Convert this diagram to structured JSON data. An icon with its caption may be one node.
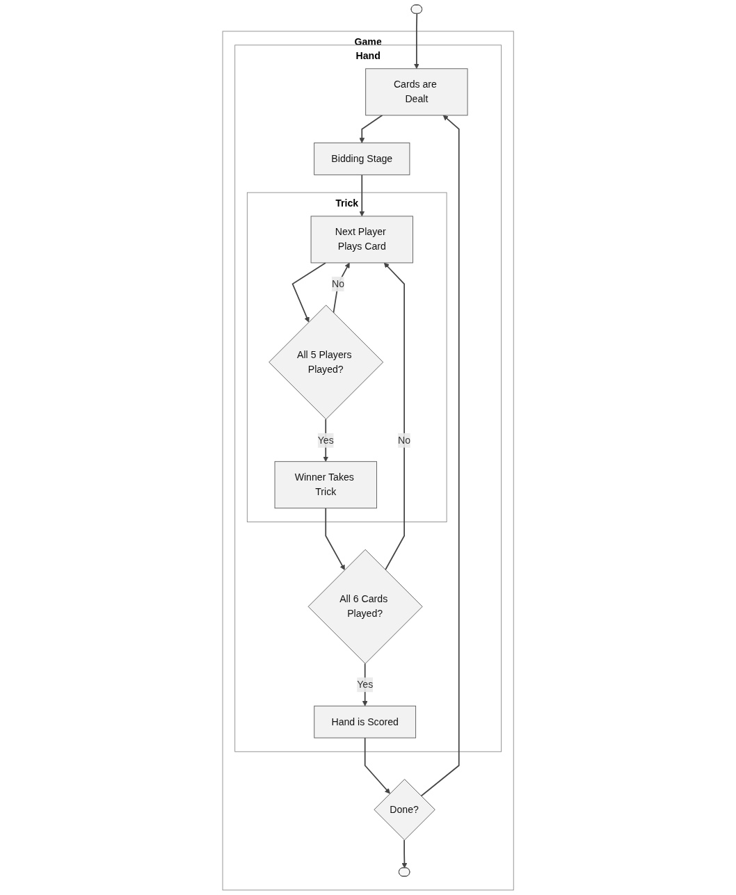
{
  "diagram": {
    "nodes": [
      {
        "text": [
          "Game"
        ]
      },
      {
        "text": [],
        "shape": "stadium"
      },
      {
        "text": [
          "Hand"
        ],
        "in": 0
      },
      {
        "text": [
          "Cards are Dealt"
        ],
        "in": 2
      },
      {
        "text": [
          "Bidding Stage"
        ],
        "in": 2
      },
      {
        "text": [
          "Trick"
        ],
        "in": 2
      },
      {
        "text": [
          "Next Player Plays Card"
        ],
        "in": 5
      },
      {
        "text": [
          "All 5 Players Played?"
        ],
        "in": 5
      },
      {
        "text": [
          "Winner Takes Trick"
        ],
        "in": 5
      },
      {
        "text": [
          "All 6 Cards Played?"
        ],
        "in": 2
      },
      {
        "text": [
          "Hand is Scored"
        ],
        "in": 2
      },
      {
        "text": [
          "Done?"
        ],
        "in": 0
      },
      {
        "text": [],
        "shape": "stadium",
        "in": 0
      }
    ],
    "edges": [
      {
        "from": 1,
        "to": 3,
        "arrow": "to"
      },
      {
        "from": 3,
        "to": 4,
        "arrow": "to"
      },
      {
        "from": 4,
        "to": 6,
        "arrow": "to"
      },
      {
        "from": 6,
        "to": 7,
        "arrow": "to"
      },
      {
        "from": 7,
        "to": 6,
        "arrow": "to",
        "label": "No"
      },
      {
        "from": 7,
        "to": 8,
        "arrow": "to",
        "label": "Yes"
      },
      {
        "from": 8,
        "to": 9,
        "arrow": "to"
      },
      {
        "from": 9,
        "to": 6,
        "arrow": "to",
        "label": "No"
      },
      {
        "from": 9,
        "to": 10,
        "arrow": "to",
        "label": "Yes"
      },
      {
        "from": 10,
        "to": 11,
        "arrow": "to"
      },
      {
        "from": 11,
        "to": 12,
        "arrow": "to"
      },
      {
        "from": 11,
        "to": 3,
        "arrow": "to"
      }
    ]
  }
}
